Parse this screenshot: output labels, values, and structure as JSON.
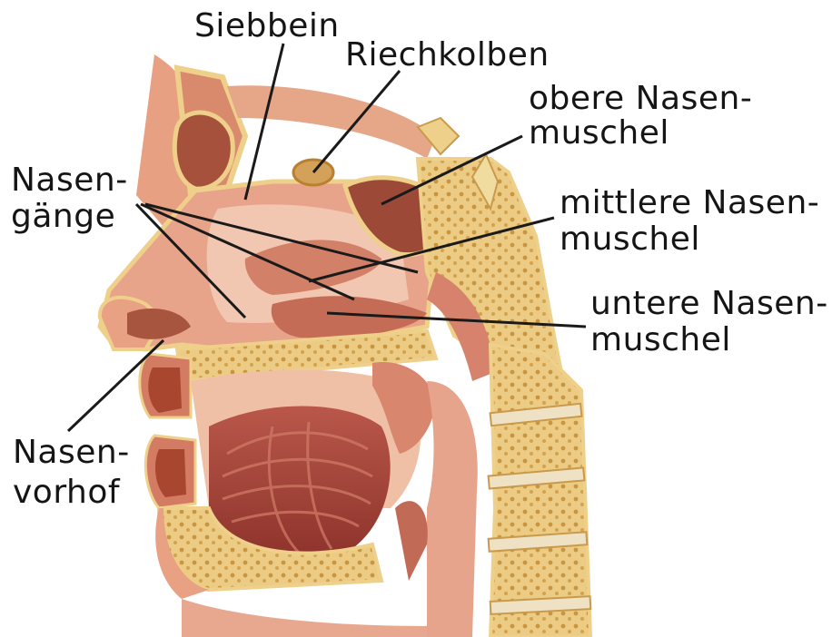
{
  "labels": {
    "siebbein": "Siebbein",
    "riechkolben": "Riechkolben",
    "obere_line1": "obere Nasen-",
    "obere_line2": "muschel",
    "nasengaenge_line1": "Nasen-",
    "nasengaenge_line2": "gänge",
    "mittlere_line1": "mittlere Nasen-",
    "mittlere_line2": "muschel",
    "untere_line1": "untere Nasen-",
    "untere_line2": "muschel",
    "vorhof_line1": "Nasen-",
    "vorhof_line2": "vorhof"
  },
  "colors": {
    "skin": "#e9a285",
    "flesh": "#d9826b",
    "muscle": "#c2604c",
    "dark_muscle": "#9a3d31",
    "bone": "#eed08a",
    "bone_dark": "#c99a4c",
    "cavity": "#f0c9b4",
    "leader_line": "#1a1a1a"
  }
}
